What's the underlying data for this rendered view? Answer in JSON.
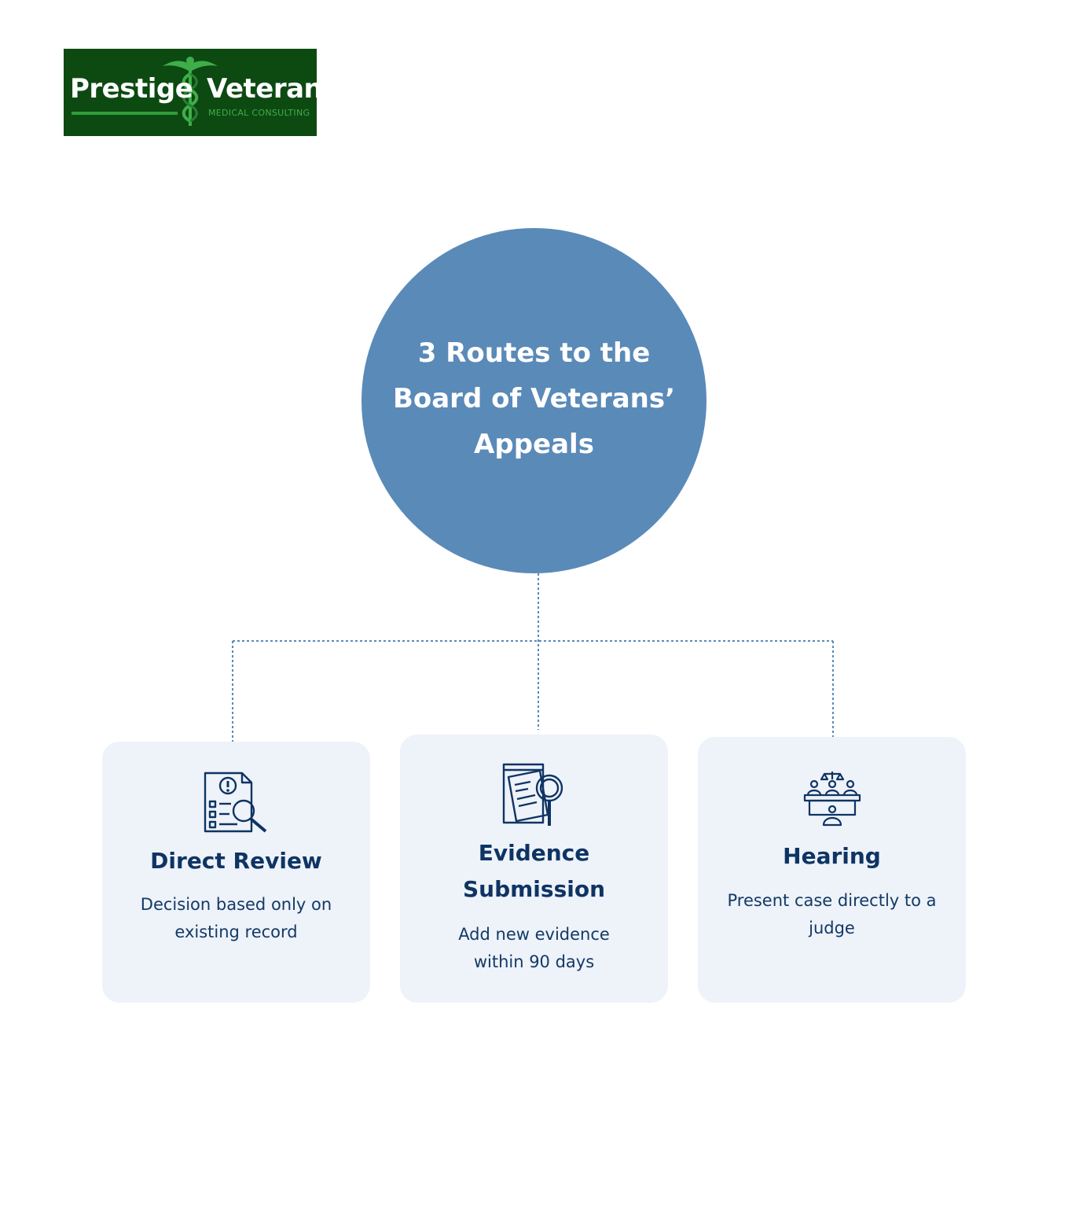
{
  "logo": {
    "word1": "Prestige",
    "word2": "Veteran",
    "tagline": "MEDICAL CONSULTING",
    "icon": "caduceus-icon"
  },
  "hub": {
    "title": "3 Routes to the Board of Veterans’ Appeals"
  },
  "routes": [
    {
      "title": "Direct Review",
      "description": "Decision based only on existing record",
      "icon": "document-search-icon"
    },
    {
      "title": "Evidence Submission",
      "description": "Add new evidence within 90 days",
      "icon": "evidence-magnifier-icon"
    },
    {
      "title": "Hearing",
      "description": "Present case directly to a judge",
      "icon": "court-hearing-icon"
    }
  ],
  "colors": {
    "hub": "#5a8ab8",
    "card": "#eef2f9",
    "text": "#0e3463",
    "logo_bg": "#0d4a12",
    "logo_accent": "#3fae4a",
    "connector": "#5a8ab8"
  }
}
